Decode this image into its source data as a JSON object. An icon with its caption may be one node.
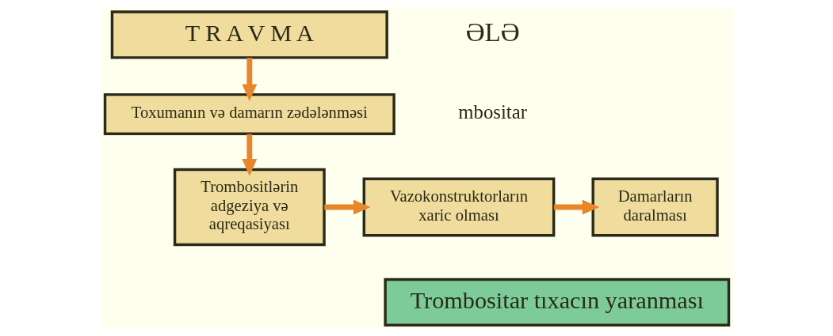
{
  "diagram": {
    "nodes": [
      {
        "text": [
          "T R A V M A"
        ]
      },
      {
        "text": [
          "Toxumanın və damarın zədələnməsi"
        ]
      },
      {
        "text": [
          "Trombositlərin adgeziya və aqreqasiyası"
        ]
      },
      {
        "text": [
          "Vazokonstruktorların xaric olması"
        ]
      },
      {
        "text": [
          "Damarların daralması"
        ]
      },
      {
        "text": [
          "Trombositar tıxacın yaranması"
        ]
      }
    ],
    "edges": [
      {
        "from": 0,
        "to": 1,
        "arrow": "to"
      },
      {
        "from": 1,
        "to": 2,
        "arrow": "to"
      },
      {
        "from": 2,
        "to": 3,
        "arrow": "to"
      },
      {
        "from": 3,
        "to": 4,
        "arrow": "to"
      }
    ],
    "labels": [
      "ƏLƏ",
      "mbositar"
    ]
  }
}
